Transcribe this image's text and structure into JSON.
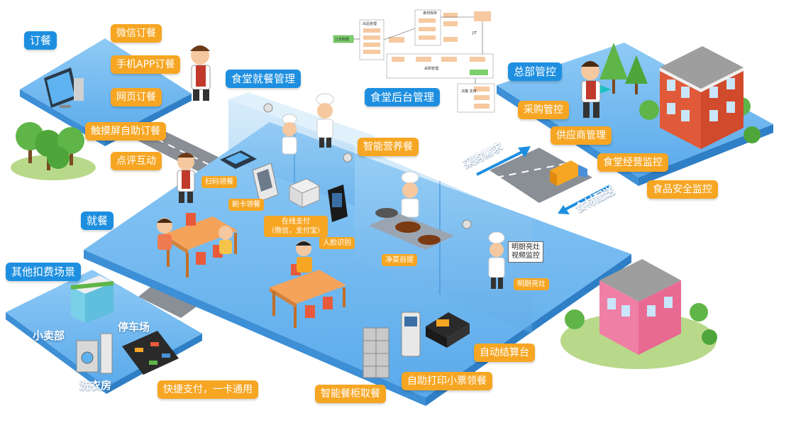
{
  "sections": {
    "ordering": "订餐",
    "canteen_dining_mgmt": "食堂就餐管理",
    "canteen_backend_mgmt": "食堂后台管理",
    "headquarters": "总部管控",
    "dining": "就餐",
    "other_scenes": "其他扣费场景"
  },
  "ordering_methods": [
    "微信订餐",
    "手机APP订餐",
    "网页订餐",
    "触摸屏自助订餐",
    "点评互动"
  ],
  "hq_items": [
    "采购管控",
    "供应商管理",
    "食堂经营监控",
    "食品安全监控"
  ],
  "road_labels": {
    "purchase_demand": "采购需求",
    "food_delivery": "食材配送"
  },
  "dining_features": {
    "smart_nutrition": "智能营养餐",
    "scan_pickup": "扫码领餐",
    "card_pickup": "刷卡领餐",
    "online_pay": "在线支付\n（微信，支付宝）",
    "face_recognition": "人脸识别",
    "dish_scale": "净菜自提",
    "open_kitchen": "明厨亮灶",
    "open_kitchen_screen": [
      "明厨亮灶",
      "视频监控"
    ],
    "auto_checkout": "自动结算台",
    "self_print": "自助打印小票领餐",
    "smart_cabinet": "智能餐柜取餐"
  },
  "other_scene_items": {
    "shop": "小卖部",
    "parking": "停车场",
    "laundry": "洗衣房",
    "quick_pay": "快捷支付，一卡通用"
  },
  "flowchart": {
    "title_top": "食材库存",
    "title_left": "出品管理",
    "title_mid": "采购管理",
    "title_decision": "决策\n支持",
    "input_label": "订单数据",
    "jit_label": "JIT"
  },
  "colors": {
    "blue_label": "#1e8fe0",
    "orange_label": "#f6a623",
    "platform": "#6fb8f0",
    "platform_edge": "#3d8fd6",
    "road": "#8a8f96"
  }
}
